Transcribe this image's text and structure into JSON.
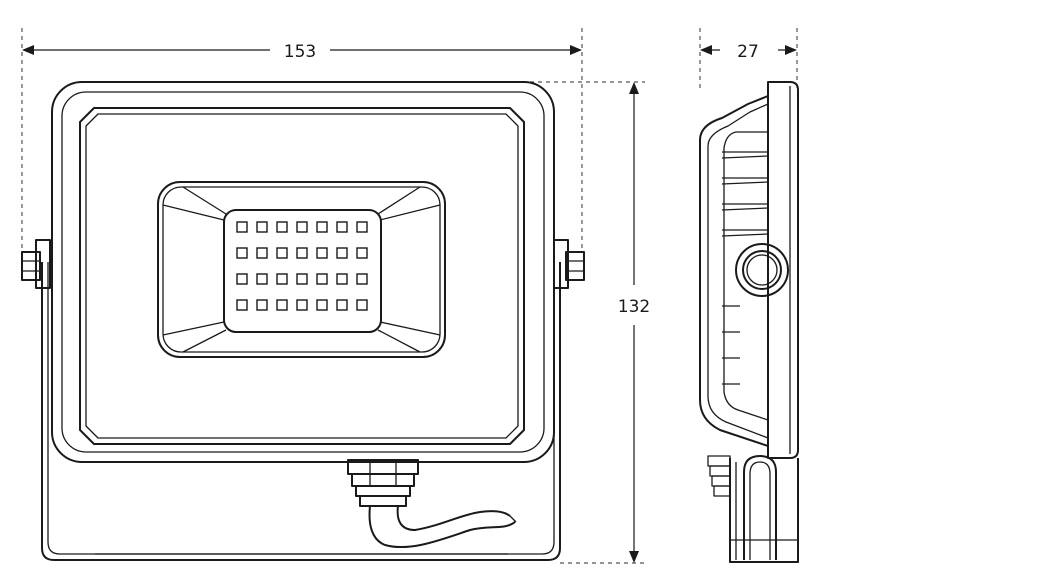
{
  "dimensions": {
    "width": "153",
    "depth": "27",
    "height": "132"
  },
  "led_grid": {
    "rows": 4,
    "cols": 7
  }
}
